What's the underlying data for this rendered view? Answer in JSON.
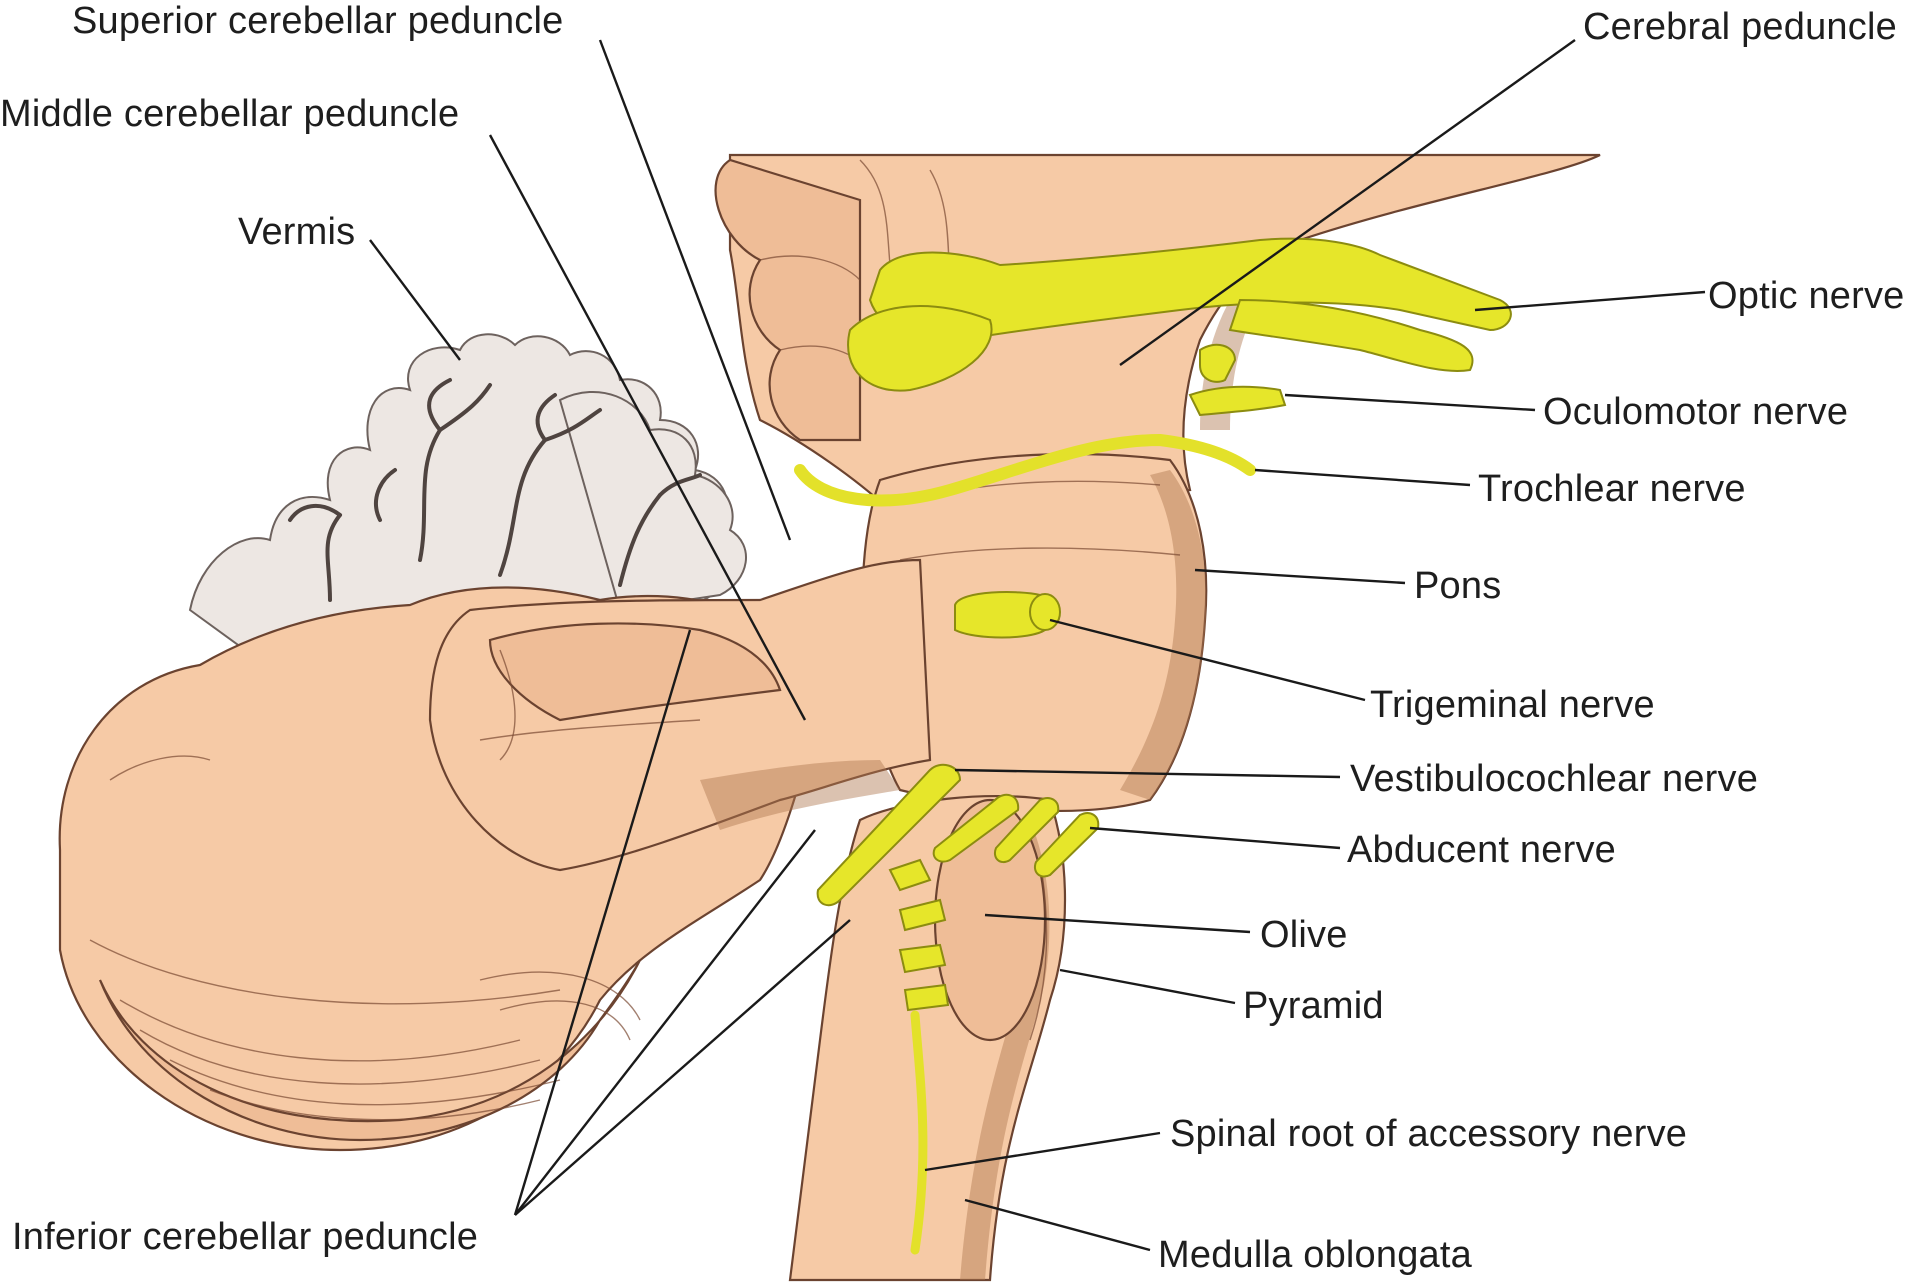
{
  "labels": {
    "superior_cerebellar_peduncle": "Superior cerebellar peduncle",
    "middle_cerebellar_peduncle": "Middle cerebellar peduncle",
    "vermis": "Vermis",
    "cerebral_peduncle": "Cerebral peduncle",
    "optic_nerve": "Optic nerve",
    "oculomotor_nerve": "Oculomotor nerve",
    "trochlear_nerve": "Trochlear nerve",
    "pons": "Pons",
    "trigeminal_nerve": "Trigeminal nerve",
    "vestibulocochlear_nerve": "Vestibulocochlear nerve",
    "abducent_nerve": "Abducent nerve",
    "olive": "Olive",
    "pyramid": "Pyramid",
    "spinal_root_accessory_nerve": "Spinal root of accessory nerve",
    "medulla_oblongata": "Medulla oblongata",
    "inferior_cerebellar_peduncle": "Inferior cerebellar peduncle"
  },
  "colors": {
    "tissue": "#f6caa6",
    "tissue_outline": "#6b4330",
    "nerve": "#e6e62a",
    "white_matter": "#ede7e3",
    "leader": "#1a1a1a"
  }
}
